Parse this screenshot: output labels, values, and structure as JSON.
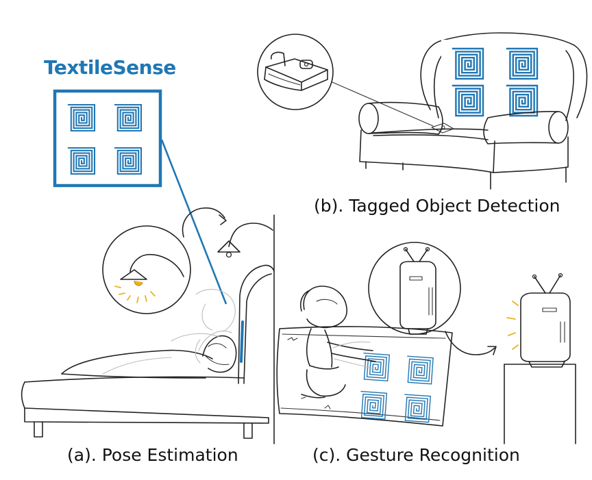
{
  "brand": {
    "title": "TextileSense",
    "color": "#2077b4"
  },
  "captions": {
    "object_detection": "(b). Tagged Object Detection",
    "pose_estimation": "(a). Pose Estimation",
    "gesture_recognition": "(c). Gesture Recognition"
  },
  "colors": {
    "accent": "#2077b4",
    "ink": "#222222",
    "lamp_glow": "#e6b422"
  },
  "scenes": [
    {
      "id": "pose-estimation",
      "contents": [
        "bed",
        "sleeping-person",
        "headboard-textile-sensor",
        "wall-lamp",
        "lamp-zoom-inset"
      ]
    },
    {
      "id": "tagged-object-detection",
      "contents": [
        "sofa",
        "textile-sensor-panel",
        "wallet",
        "wallet-zoom-inset"
      ]
    },
    {
      "id": "gesture-recognition",
      "contents": [
        "kneeling-child",
        "textile-sensor-rug",
        "television",
        "tv-zoom-inset"
      ]
    }
  ]
}
